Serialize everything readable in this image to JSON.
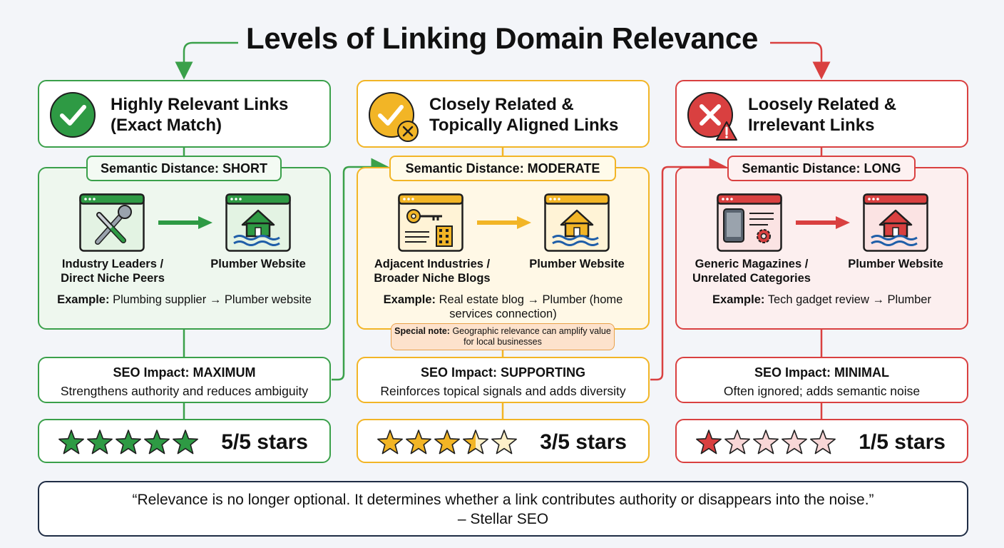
{
  "title": "Levels of Linking Domain Relevance",
  "columns": [
    {
      "title_line1": "Highly Relevant Links",
      "title_line2": "(Exact Match)",
      "distance_label": "Semantic Distance: SHORT",
      "source_label_line1": "Industry Leaders /",
      "source_label_line2": "Direct Niche Peers",
      "target_label": "Plumber Website",
      "example_prefix": "Example:",
      "example_text": "Plumbing supplier → Plumber website",
      "impact_title": "SEO Impact: MAXIMUM",
      "impact_desc": "Strengthens authority and reduces ambiguity",
      "rating": 5,
      "rating_label": "5/5 stars",
      "color": "#3aa04a"
    },
    {
      "title_line1": "Closely Related &",
      "title_line2": "Topically Aligned Links",
      "distance_label": "Semantic Distance: MODERATE",
      "source_label_line1": "Adjacent Industries /",
      "source_label_line2": "Broader Niche Blogs",
      "target_label": "Plumber Website",
      "example_prefix": "Example:",
      "example_text": "Real estate blog → Plumber (home services connection)",
      "note_prefix": "Special note:",
      "note_text": "Geographic relevance can amplify value for local businesses",
      "impact_title": "SEO Impact: SUPPORTING",
      "impact_desc": "Reinforces topical signals and adds diversity",
      "rating": 3.5,
      "rating_label": "3/5 stars",
      "color": "#f2b526"
    },
    {
      "title_line1": "Loosely Related &",
      "title_line2": "Irrelevant Links",
      "distance_label": "Semantic Distance: LONG",
      "source_label_line1": "Generic Magazines /",
      "source_label_line2": "Unrelated Categories",
      "target_label": "Plumber Website",
      "example_prefix": "Example:",
      "example_text": "Tech gadget review → Plumber",
      "impact_title": "SEO Impact: MINIMAL",
      "impact_desc": "Often ignored; adds semantic noise",
      "rating": 1,
      "rating_label": "1/5 stars",
      "color": "#d94040"
    }
  ],
  "quote": {
    "text": "“Relevance is no longer optional. It determines whether a link contributes authority or disappears into the noise.”",
    "attribution": "– Stellar SEO"
  },
  "icons": {
    "header": [
      "check-circle-icon",
      "check-cross-circle-icon",
      "cross-warning-circle-icon"
    ],
    "source": [
      "wrench-screwdriver-window-icon",
      "key-building-window-icon",
      "tablet-gear-window-icon"
    ],
    "target": "house-water-window-icon"
  }
}
